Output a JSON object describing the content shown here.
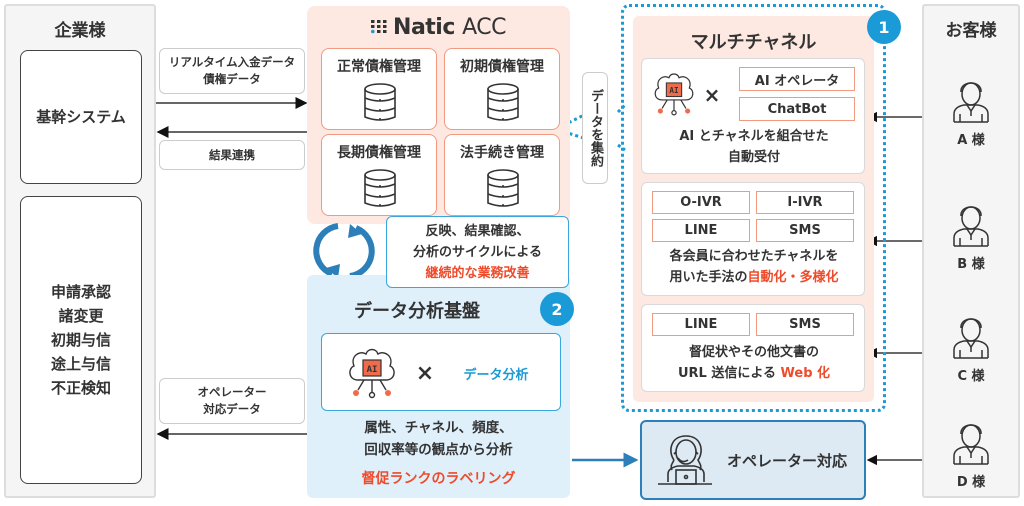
{
  "enterprise": {
    "title": "企業様",
    "core_system": "基幹システム",
    "functions": [
      "申請承認",
      "諸変更",
      "初期与信",
      "途上与信",
      "不正検知"
    ]
  },
  "flows": {
    "to_natic": [
      "リアルタイム入金データ",
      "債権データ"
    ],
    "result_link": "結果連携",
    "operator_data": [
      "オペレーター",
      "対応データ"
    ]
  },
  "natic": {
    "title_bold": "Natic",
    "title_light": "ACC",
    "modules": [
      {
        "label": "正常債権管理",
        "icon": "database-icon"
      },
      {
        "label": "初期債権管理",
        "icon": "database-icon"
      },
      {
        "label": "長期債権管理",
        "icon": "database-icon"
      },
      {
        "label": "法手続き管理",
        "icon": "database-icon"
      }
    ]
  },
  "aggregate_label": "データを集約",
  "cycle": {
    "lines": [
      "反映、結果確認、",
      "分析のサイクルによる"
    ],
    "highlight": "継続的な業務改善"
  },
  "analysis": {
    "badge": "2",
    "title": "データ分析基盤",
    "times": "×",
    "data_analysis": "データ分析",
    "ai_label": "AI",
    "desc": [
      "属性、チャネル、頻度、",
      "回収率等の観点から分析"
    ],
    "highlight": "督促ランクのラベリング"
  },
  "multichannel": {
    "badge": "1",
    "title": "マルチチャネル",
    "card1": {
      "ai_label": "AI",
      "times": "×",
      "chips": [
        "AI オペレータ",
        "ChatBot"
      ],
      "text": [
        "AI とチャネルを組合せた",
        "自動受付"
      ]
    },
    "card2": {
      "chips": [
        "O-IVR",
        "I-IVR",
        "LINE",
        "SMS"
      ],
      "text1": "各会員に合わせたチャネルを",
      "text2_plain": "用いた手法の",
      "text2_highlight": "自動化・多様化"
    },
    "card3": {
      "chips": [
        "LINE",
        "SMS"
      ],
      "text1": "督促状やその他文書の",
      "text2_plain": "URL 送信による",
      "text2_highlight": "Web 化"
    }
  },
  "operator": {
    "label": "オペレーター対応"
  },
  "customers": {
    "title": "お客様",
    "list": [
      "A 様",
      "B 様",
      "C 様",
      "D 様"
    ]
  },
  "colors": {
    "accent_blue": "#1a9ad6",
    "accent_red": "#ef4a2a",
    "natic_bg": "#fde8e2",
    "analysis_bg": "#dff0fb",
    "chip_border": "#f29a7f"
  }
}
